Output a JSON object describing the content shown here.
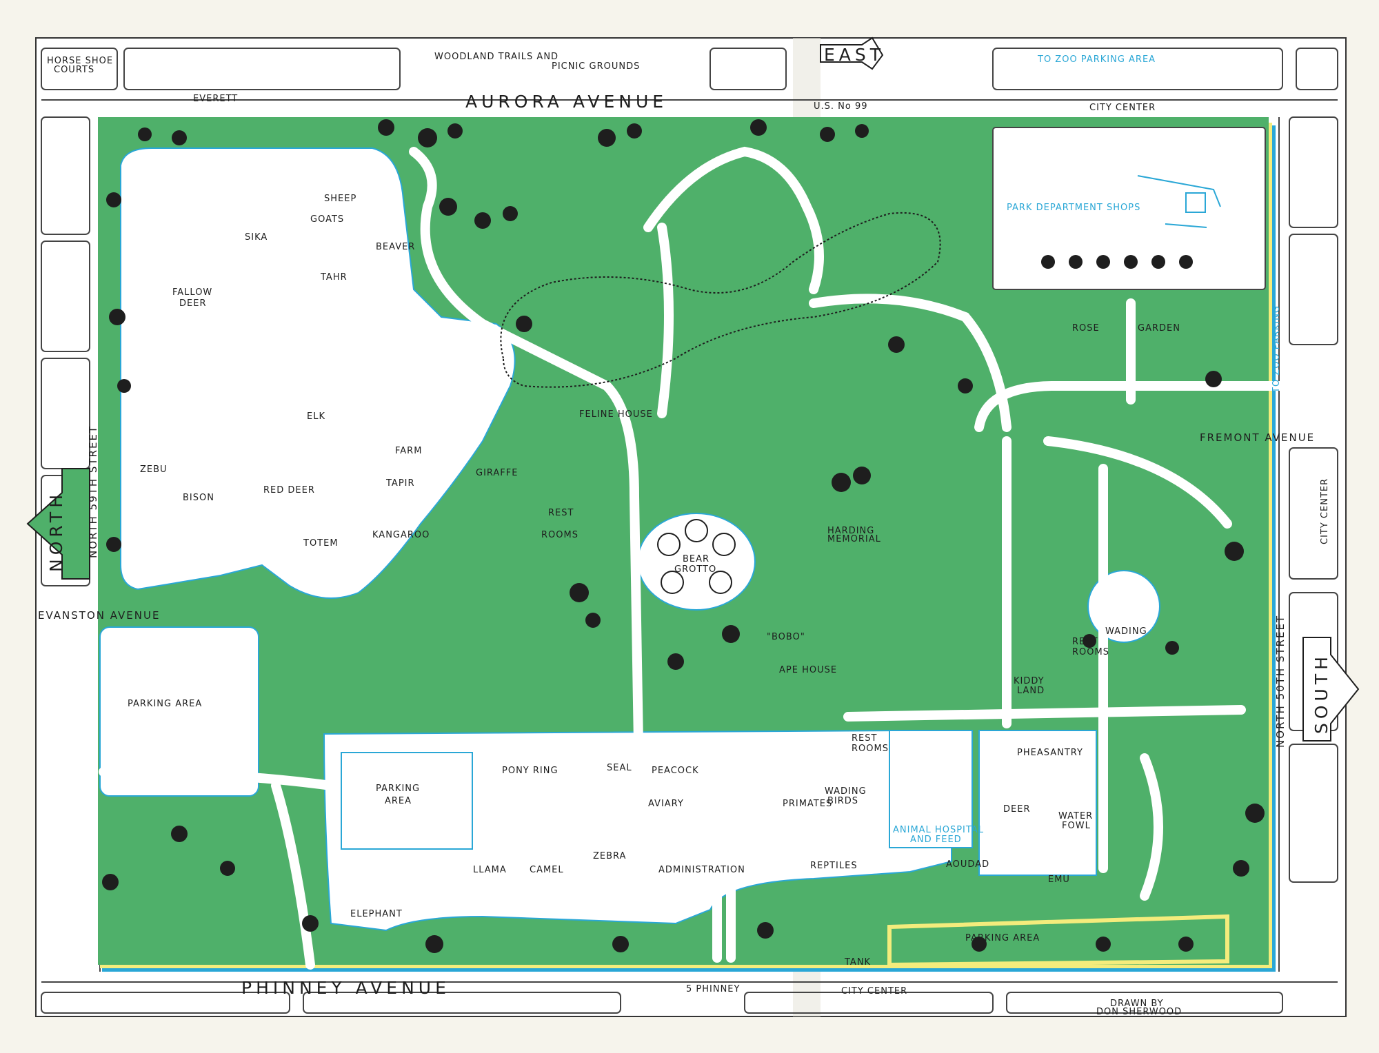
{
  "streets": {
    "aurora": "AURORA AVENUE",
    "phinney": "PHINNEY AVENUE",
    "evanston": "EVANSTON AVENUE",
    "fremont": "FREMONT AVENUE",
    "north59": "NORTH 59TH STREET",
    "north50": "NORTH 50TH STREET",
    "everett": "EVERETT",
    "us99": "U.S. No 99",
    "city_center_top": "CITY CENTER",
    "city_center_bottom": "CITY CENTER",
    "city_center_right": "CITY CENTER",
    "bus": "5 PHINNEY"
  },
  "directions": {
    "north": "NORTH",
    "south": "SOUTH",
    "east": "EAST",
    "to_zoo_parking_top": "TO ZOO PARKING AREA",
    "to_zoo_parking_side": "TO ZOO PARKING"
  },
  "places": {
    "horseshoe": [
      "HORSE SHOE",
      "COURTS"
    ],
    "woodland": [
      "WOODLAND TRAILS AND",
      "PICNIC GROUNDS"
    ],
    "park_shops": "PARK DEPARTMENT SHOPS",
    "rose_garden_1": "ROSE",
    "rose_garden_2": "GARDEN",
    "harding": [
      "HARDING",
      "MEMORIAL"
    ],
    "wading": "WADING",
    "kiddy_land": [
      "KIDDY",
      "LAND"
    ],
    "rest_rooms_1": [
      "REST",
      "ROOMS"
    ],
    "rest_rooms_2": [
      "REST",
      "ROOMS"
    ],
    "rest_rooms_3": [
      "REST",
      "ROOMS"
    ],
    "parking_left": "PARKING AREA",
    "parking_center": [
      "PARKING",
      "AREA"
    ],
    "parking_bottom": "PARKING AREA",
    "tank": "TANK",
    "totem": "TOTEM",
    "bobo": "\"BOBO\"",
    "ape_house": "APE HOUSE",
    "drawn_by": [
      "DRAWN BY",
      "DON SHERWOOD"
    ]
  },
  "animals": {
    "sika": "SIKA",
    "fallow_deer": [
      "FALLOW",
      "DEER"
    ],
    "sheep": "SHEEP",
    "goats": "GOATS",
    "tahr": "TAHR",
    "beaver": "BEAVER",
    "elk": "ELK",
    "farm": "FARM",
    "zebu": "ZEBU",
    "bison": "BISON",
    "red_deer": "RED DEER",
    "giraffe": "GIRAFFE",
    "tapir": "TAPIR",
    "kangaroo": "KANGAROO",
    "feline_house": "FELINE HOUSE",
    "bear_grotto": [
      "BEAR",
      "GROTTO"
    ],
    "pony_ring": "PONY RING",
    "seal": "SEAL",
    "peacock": "PEACOCK",
    "aviary": "AVIARY",
    "llama": "LLAMA",
    "camel": "CAMEL",
    "zebra": "ZEBRA",
    "administration": "ADMINISTRATION",
    "elephant": "ELEPHANT",
    "primates": "PRIMATES",
    "wading_birds": [
      "WADING",
      "BIRDS"
    ],
    "reptiles": "REPTILES",
    "animal_hospital": [
      "ANIMAL HOSPITAL",
      "AND FEED"
    ],
    "pheasantry": "PHEASANTRY",
    "deer": "DEER",
    "water_fowl": [
      "WATER",
      "FOWL"
    ],
    "aoudad": "AOUDAD",
    "emu": "EMU"
  },
  "colors": {
    "grass": "#4fb06a",
    "path": "#ffffff",
    "edge_yellow": "#f4ec7c",
    "edge_blue": "#2aa7d6",
    "paper": "#f4f1e8",
    "ink": "#1e1e1e"
  }
}
